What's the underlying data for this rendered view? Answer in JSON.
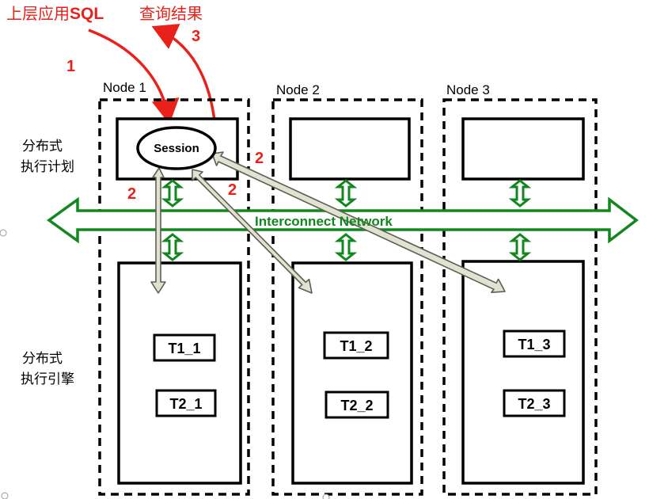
{
  "header": {
    "sql_prefix": "上层应用",
    "sql_keyword": "SQL",
    "result_label": "查询结果"
  },
  "steps": {
    "step1": "1",
    "step2": "2",
    "step3": "3"
  },
  "side_labels": {
    "plan_line1": "分布式",
    "plan_line2": "执行计划",
    "engine_line1": "分布式",
    "engine_line2": "执行引擎"
  },
  "nodes": [
    {
      "title": "Node 1",
      "task_a": "T1_1",
      "task_b": "T2_1"
    },
    {
      "title": "Node 2",
      "task_a": "T1_2",
      "task_b": "T2_2"
    },
    {
      "title": "Node 3",
      "task_a": "T1_3",
      "task_b": "T2_3"
    }
  ],
  "session_label": "Session",
  "network_label": "Interconnect Network",
  "colors": {
    "flow_red": "#e8221a",
    "network_green": "#12871f",
    "dispatch_fill": "#e2e2d2",
    "dispatch_stroke": "#5e5e52"
  }
}
